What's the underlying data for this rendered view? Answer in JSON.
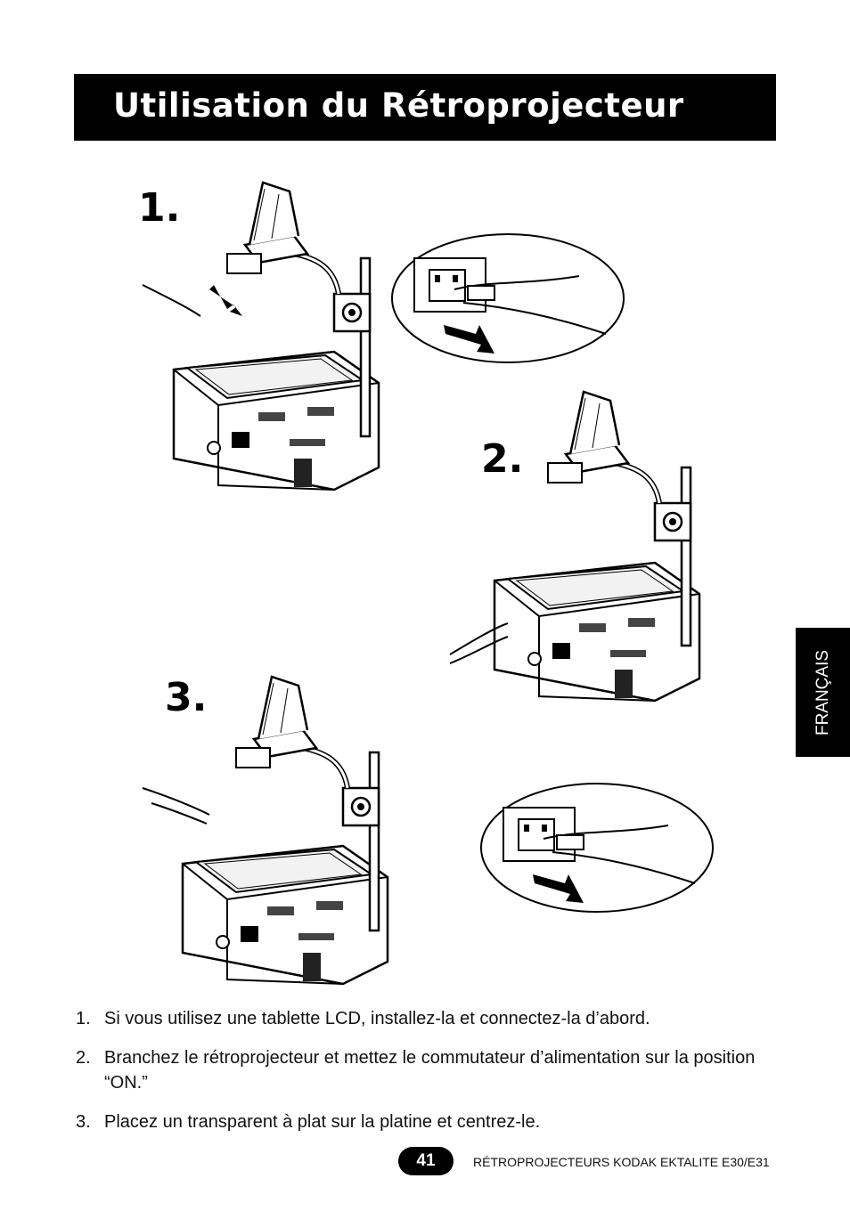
{
  "header": {
    "title": "Utilisation du Rétroprojecteur"
  },
  "language_tab": {
    "label": "FRANÇAIS"
  },
  "figures": {
    "step1_label": "1.",
    "step2_label": "2.",
    "step3_label": "3."
  },
  "instructions": [
    {
      "number": "1.",
      "text": "Si vous utilisez une tablette LCD, installez-la et connectez-la d’abord."
    },
    {
      "number": "2.",
      "text": "Branchez le rétroprojecteur et mettez le commutateur d’alimentation sur la position “ON.”"
    },
    {
      "number": "3.",
      "text": "Placez un transparent à plat sur la platine et centrez-le."
    }
  ],
  "footer": {
    "page_number": "41",
    "product": "RÉTROPROJECTEURS KODAK EKTALITE E30/E31"
  }
}
